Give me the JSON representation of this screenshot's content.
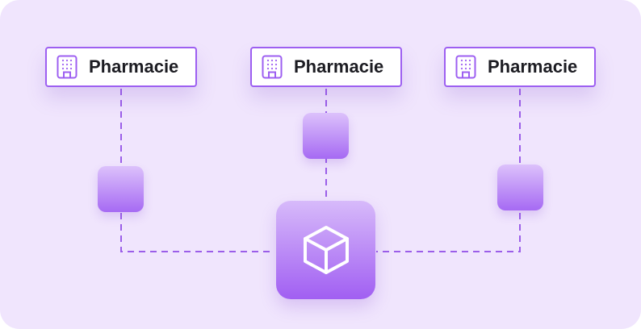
{
  "pharmacies": [
    {
      "label": "Pharmacie"
    },
    {
      "label": "Pharmacie"
    },
    {
      "label": "Pharmacie"
    }
  ],
  "icons": {
    "pharmacy": "building-icon",
    "hub": "cube-box-icon"
  },
  "colors": {
    "background": "#f0e5fd",
    "border": "#9d5ff1",
    "connector": "#9b5ee9",
    "tile_top": "#dcc1fb",
    "tile_bottom": "#a66af3"
  }
}
